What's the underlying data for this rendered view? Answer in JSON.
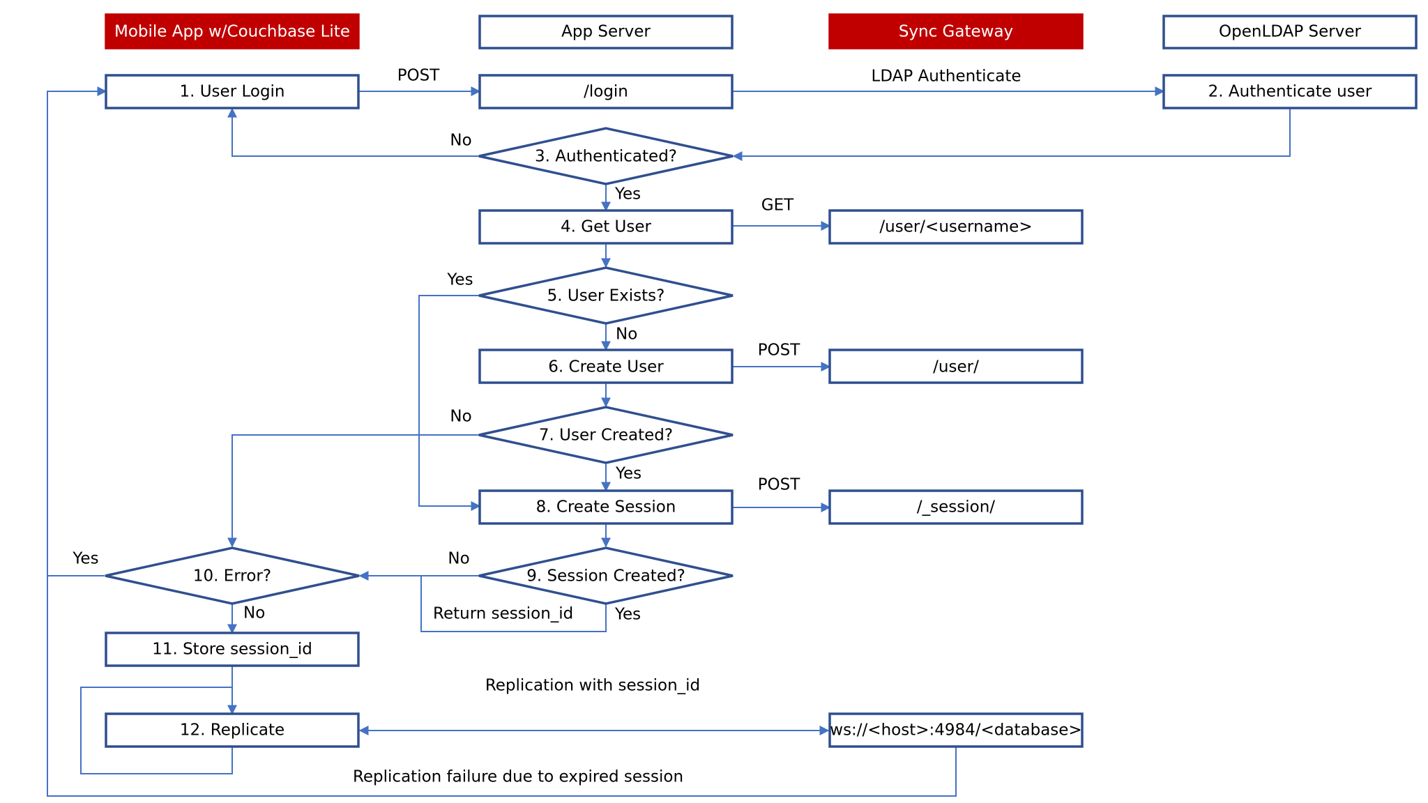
{
  "lanes": {
    "mobile": "Mobile App w/Couchbase Lite",
    "app_server": "App Server",
    "sync_gateway": "Sync Gateway",
    "ldap": "OpenLDAP Server"
  },
  "nodes": {
    "user_login": "1. User Login",
    "login_endpoint": "/login",
    "authenticate_user": "2. Authenticate user",
    "authenticated": "3. Authenticated?",
    "get_user": "4. Get User",
    "user_endpoint_get": "/user/<username>",
    "user_exists": "5. User Exists?",
    "create_user": "6. Create User",
    "user_endpoint_post": "/user/",
    "user_created": "7. User Created?",
    "create_session": "8. Create Session",
    "session_endpoint": "/_session/",
    "session_created": "9. Session Created?",
    "error": "10. Error?",
    "store_session": "11. Store session_id",
    "replicate": "12. Replicate",
    "ws_endpoint": "ws://<host>:4984/<database>"
  },
  "edges": {
    "post_login": "POST",
    "ldap_auth": "LDAP Authenticate",
    "auth_no": "No",
    "auth_yes": "Yes",
    "get": "GET",
    "exists_yes": "Yes",
    "exists_no": "No",
    "post_user": "POST",
    "created_no": "No",
    "created_yes": "Yes",
    "post_session": "POST",
    "session_no": "No",
    "session_yes": "Yes",
    "return_session": "Return session_id",
    "error_yes": "Yes",
    "error_no": "No",
    "replication": "Replication with session_id",
    "replication_failure": "Replication failure due to expired session"
  }
}
